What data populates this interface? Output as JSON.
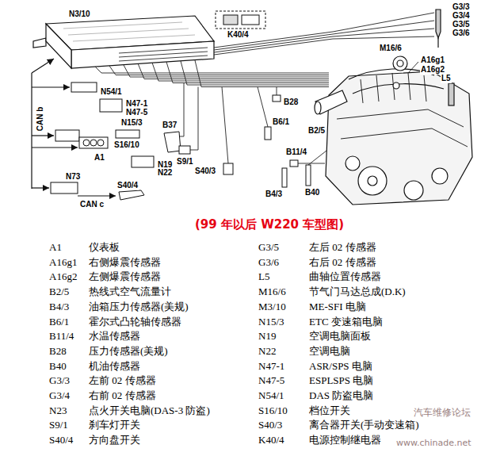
{
  "diagram": {
    "title": "(99 年以后 W220 车型图)",
    "labels": [
      "N3/10",
      "K40/4",
      "G3/3",
      "G3/4",
      "G3/5",
      "G3/6",
      "M16/6",
      "A16g1",
      "A16g2",
      "L5",
      "B28",
      "B2/5",
      "N54/1",
      "N47-1",
      "N47-5",
      "N15/3",
      "B37",
      "B6/1",
      "S16/10",
      "A1",
      "N19",
      "N22",
      "S9/1",
      "B11/4",
      "S40/3",
      "N73",
      "S40/4",
      "B4/3",
      "B40",
      "CAN b",
      "CAN c",
      "A1",
      "仪表板",
      "G3/5",
      "左后 02 传感器",
      "A16g1",
      "右侧爆震传感器",
      "G3/6",
      "右后 02 传感器",
      "A16g2",
      "左侧爆震传感器",
      "L5",
      "曲轴位置传感器",
      "B2/5",
      "热线式空气流量计",
      "M16/6",
      "节气门马达总成(D.K)",
      "B4/3",
      "油箱压力传感器(美规)",
      "M3/10",
      "ME-SFI 电脑",
      "B6/1",
      "霍尔式凸轮轴传感器",
      "N15/3",
      "ETC 变速箱电脑",
      "B11/4",
      "水温传感器",
      "N19",
      "空调电脑面板",
      "B28",
      "压力传感器(美规)",
      "N22",
      "空调电脑",
      "B40",
      "机油传感器",
      "N47-1",
      "ASR/SPS 电脑",
      "G3/3",
      "左前 02 传感器",
      "N47-5",
      "ESPLSPS 电脑",
      "G3/4",
      "右前 02 传感器",
      "N54/1",
      "DAS 防盗电脑",
      "N23",
      "点火开关电脑(DAS-3 防盗)",
      "S16/10",
      "档位开关",
      "S9/1",
      "刹车灯开关",
      "S40/3",
      "离合器开关(手动变速箱)",
      "S40/4",
      "方向盘开关",
      "K40/4",
      "电源控制继电器",
      "汽车维修论坛",
      "www.chinade.net"
    ]
  }
}
